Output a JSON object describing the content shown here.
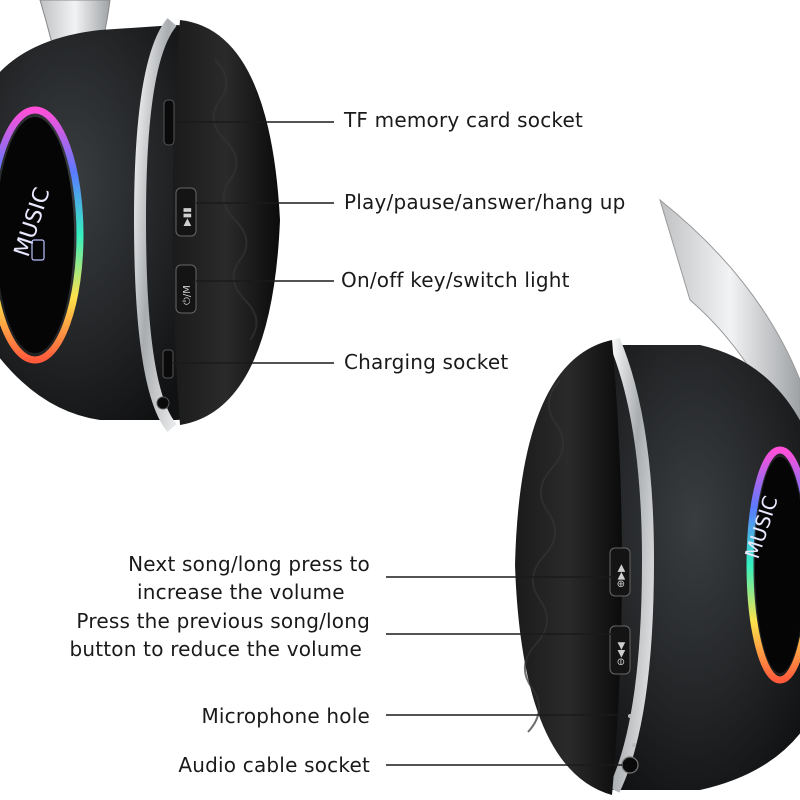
{
  "colors": {
    "background": "#ffffff",
    "text": "#1a1a1a",
    "earcup_shell": "#222426",
    "cushion": "#0f0f0f",
    "chrome_ring": "#d7d9db"
  },
  "device": {
    "panel_text_main": "MUSIC",
    "button_icons": [
      "play-pause-icon",
      "power-mode-icon",
      "next-volume-up-icon",
      "prev-volume-down-icon"
    ]
  },
  "callouts": {
    "tf_socket": "TF memory card socket",
    "play_pause": "Play/pause/answer/hang up",
    "power_light": "On/off key/switch light",
    "charging": "Charging socket",
    "next_line1": "Next song/long press to",
    "next_line2": "increase the volume",
    "prev_line1": "Press the previous song/long",
    "prev_line2": "button to reduce the volume",
    "microphone": "Microphone hole",
    "audio_cable": "Audio cable socket"
  }
}
